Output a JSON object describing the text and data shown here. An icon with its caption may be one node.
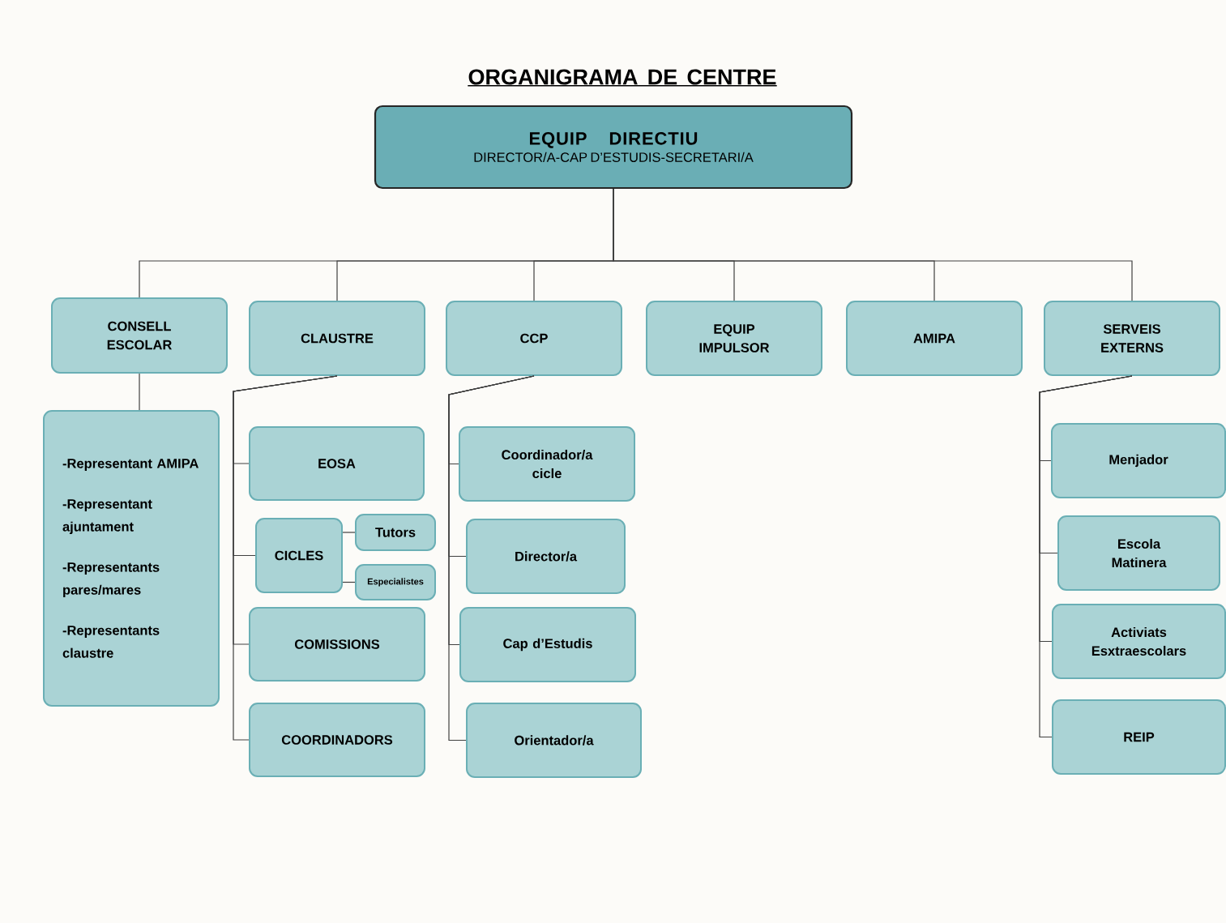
{
  "diagram": {
    "title": "ORGANIGRAMA DE CENTRE",
    "nodes": [
      {
        "text": [
          "EQUIP DIRECTIU",
          "DIRECTOR/A-CAP D’ESTUDIS-SECRETARI/A"
        ]
      },
      {
        "text": [
          "CONSELL ESCOLAR"
        ]
      },
      {
        "text": [
          "CLAUSTRE"
        ]
      },
      {
        "text": [
          "CCP"
        ]
      },
      {
        "text": [
          "EQUIP IMPULSOR"
        ]
      },
      {
        "text": [
          "AMIPA"
        ]
      },
      {
        "text": [
          "SERVEIS EXTERNS"
        ]
      },
      {
        "text": [
          "-Representant AMIPA",
          "-Representant ajuntament",
          "-Representants pares/mares",
          "-Representants claustre"
        ]
      },
      {
        "text": [
          "EOSA"
        ]
      },
      {
        "text": [
          "CICLES"
        ]
      },
      {
        "text": [
          "Tutors"
        ]
      },
      {
        "text": [
          "Especialistes"
        ]
      },
      {
        "text": [
          "COMISSIONS"
        ]
      },
      {
        "text": [
          "COORDINADORS"
        ]
      },
      {
        "text": [
          "Coordinador/a cicle"
        ]
      },
      {
        "text": [
          "Director/a"
        ]
      },
      {
        "text": [
          "Cap d’Estudis"
        ]
      },
      {
        "text": [
          "Orientador/a"
        ]
      },
      {
        "text": [
          "Menjador"
        ]
      },
      {
        "text": [
          "Escola Matinera"
        ]
      },
      {
        "text": [
          "Activiats Esxtraescolars"
        ]
      },
      {
        "text": [
          "REIP"
        ]
      }
    ],
    "edges": [
      {
        "from": 0,
        "to": 1,
        "arrow": "none"
      },
      {
        "from": 0,
        "to": 2,
        "arrow": "none"
      },
      {
        "from": 0,
        "to": 3,
        "arrow": "none"
      },
      {
        "from": 0,
        "to": 4,
        "arrow": "none"
      },
      {
        "from": 0,
        "to": 5,
        "arrow": "none"
      },
      {
        "from": 0,
        "to": 6,
        "arrow": "none"
      },
      {
        "from": 1,
        "to": 7,
        "arrow": "none"
      },
      {
        "from": 2,
        "to": 8,
        "arrow": "none"
      },
      {
        "from": 2,
        "to": 9,
        "arrow": "none"
      },
      {
        "from": 2,
        "to": 12,
        "arrow": "none"
      },
      {
        "from": 2,
        "to": 13,
        "arrow": "none"
      },
      {
        "from": 9,
        "to": 10,
        "arrow": "none"
      },
      {
        "from": 9,
        "to": 11,
        "arrow": "none"
      },
      {
        "from": 3,
        "to": 14,
        "arrow": "none"
      },
      {
        "from": 3,
        "to": 15,
        "arrow": "none"
      },
      {
        "from": 3,
        "to": 16,
        "arrow": "none"
      },
      {
        "from": 3,
        "to": 17,
        "arrow": "none"
      },
      {
        "from": 6,
        "to": 18,
        "arrow": "none"
      },
      {
        "from": 6,
        "to": 19,
        "arrow": "none"
      },
      {
        "from": 6,
        "to": 20,
        "arrow": "none"
      },
      {
        "from": 6,
        "to": 21,
        "arrow": "none"
      }
    ]
  }
}
